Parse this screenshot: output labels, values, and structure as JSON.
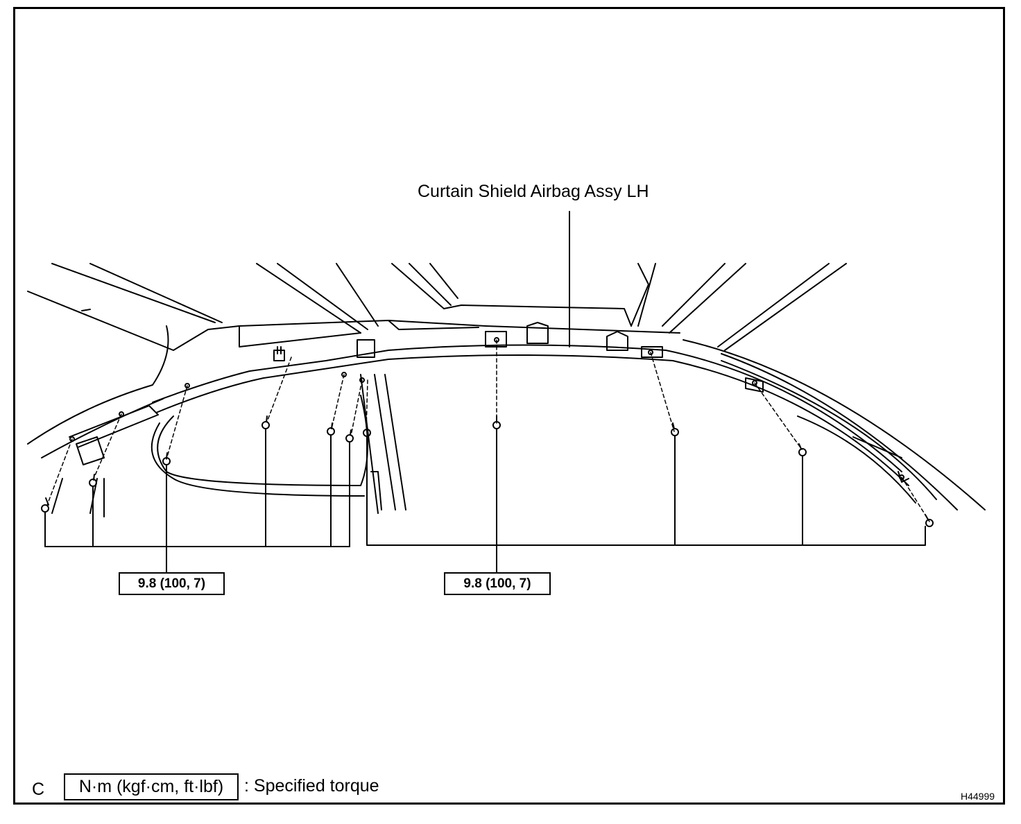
{
  "callout_label": "Curtain Shield Airbag Assy LH",
  "torque_left": "9.8 (100, 7)",
  "torque_right": "9.8 (100, 7)",
  "legend": {
    "letter": "C",
    "unit_box": "N·m (kgf·cm, ft·lbf)",
    "description": ": Specified torque"
  },
  "figure_code": "H44999",
  "colors": {
    "line": "#000000",
    "background": "#ffffff"
  }
}
